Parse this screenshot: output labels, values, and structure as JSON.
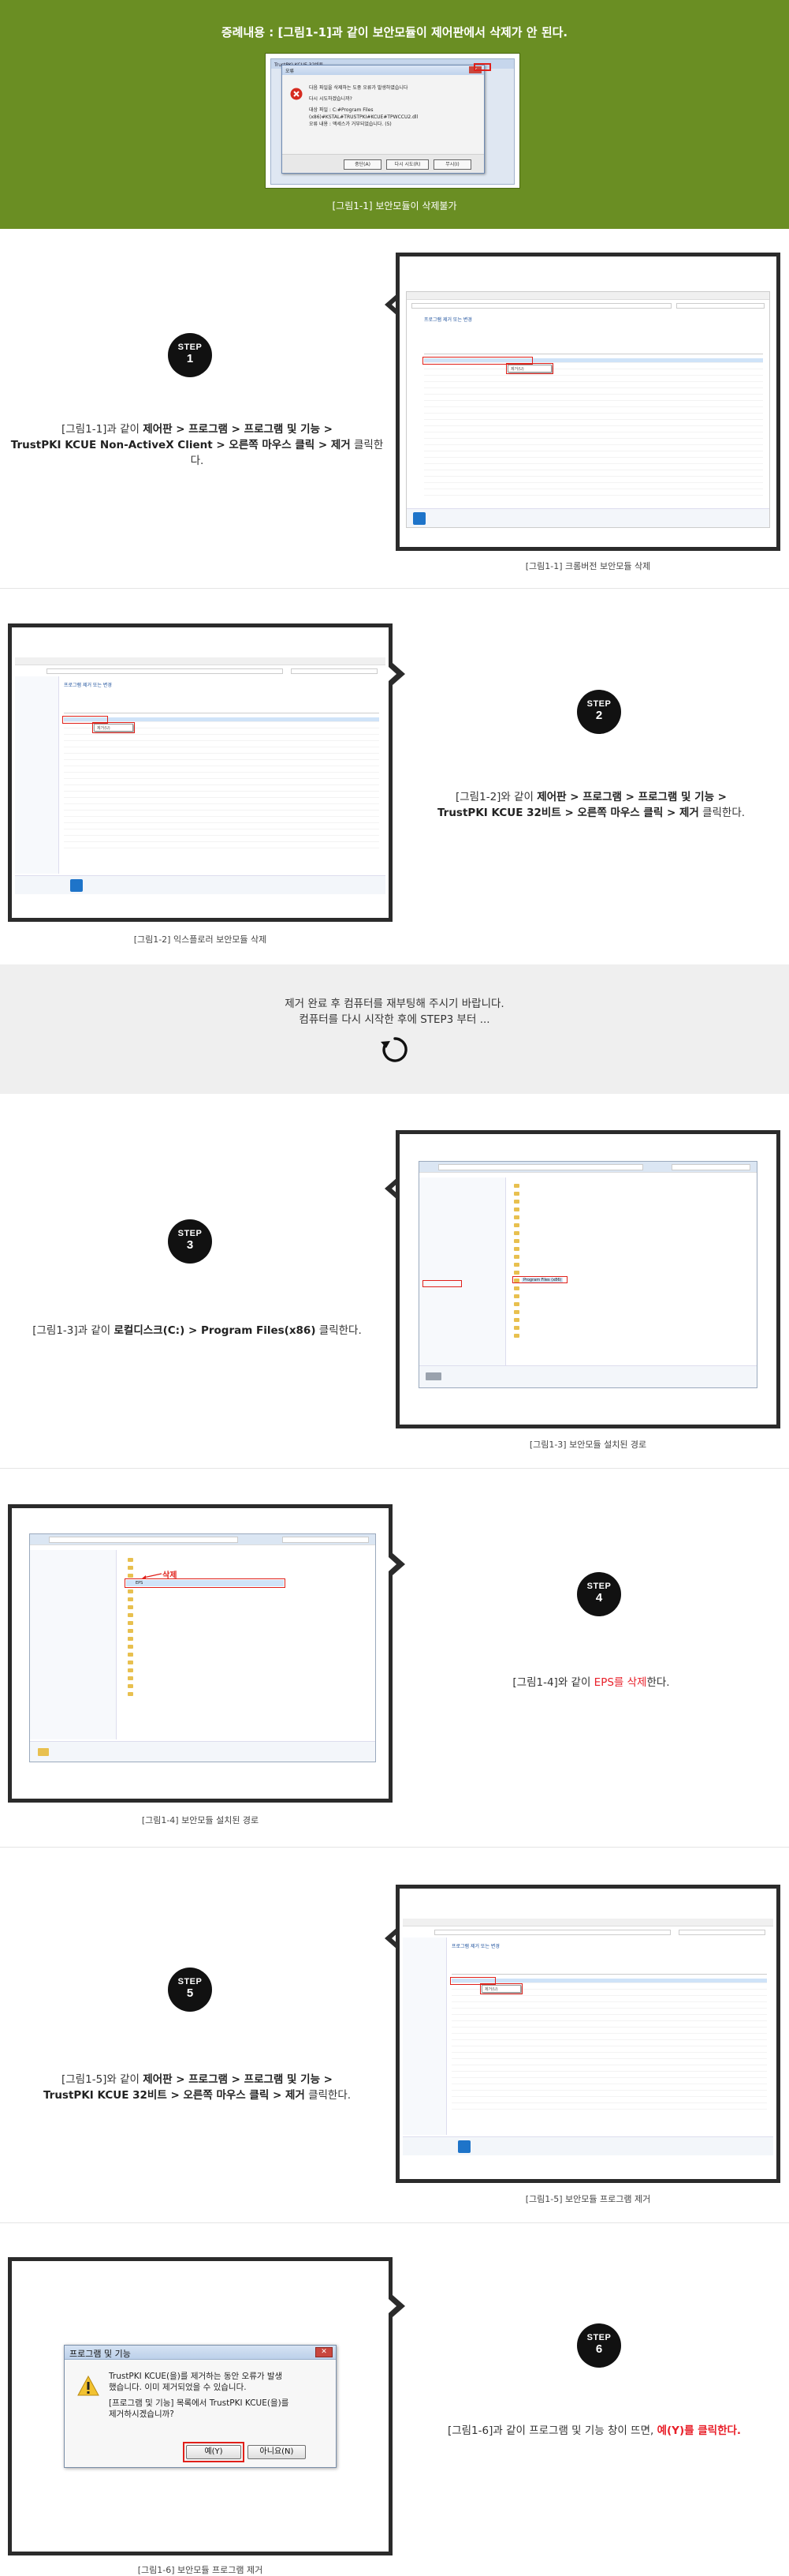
{
  "banner": {
    "title": "증례내용 : [그림1-1]과 같이 보안모듈이 제어판에서 삭제가 안 된다.",
    "caption": "[그림1-1] 보안모듈이 삭제불가",
    "dialog": {
      "app_title": "TrustPKI KCUE 32비트",
      "title": "오류",
      "line1": "다음 파일을 삭제하는 도중 오류가 발생하였습니다",
      "line2": "다시 시도하겠습니까?",
      "line3": "대상 파일 : C:#Program Files",
      "line4": "(x86)#KSTAL#TRUSTPKI#KCUE#TPWCCU2.dll",
      "line5": "오류 내용 : 액세스가 거부되었습니다. (5)",
      "btn_abort": "중단(A)",
      "btn_retry": "다시 시도(R)",
      "btn_ignore": "무시(I)"
    }
  },
  "steps": [
    {
      "word": "STEP",
      "num": "1",
      "text_pre": "[그림1-1]과 같이 ",
      "text_b1": "제어판 > 프로그램 > 프로그램 및 기능 >",
      "text_line2": "TrustPKI KCUE Non-ActiveX Client > 오른쪽 마우스 클릭 > 제거",
      "text_post": " 클릭한다.",
      "caption": "[그림1-1] 크롬버전 보안모듈 삭제",
      "context_menu": "제거(U)"
    },
    {
      "word": "STEP",
      "num": "2",
      "text_pre": "[그림1-2]와 같이 ",
      "text_b1": "제어판 > 프로그램 > 프로그램 및 기능 >",
      "text_line2": "TrustPKI KCUE 32비트 > 오른쪽 마우스 클릭 > 제거",
      "text_post": " 클릭한다.",
      "caption": "[그림1-2] 익스플로러 보안모듈 삭제",
      "context_menu": "제거(U)"
    },
    {
      "word": "STEP",
      "num": "3",
      "text_pre": "[그림1-3]과 같이 ",
      "text_b1": "로컬디스크(C:) > Program Files(x86)",
      "text_post": " 클릭한다.",
      "caption": "[그림1-3] 보안모듈 설치된 경로",
      "highlight_folder": "Program Files (x86)"
    },
    {
      "word": "STEP",
      "num": "4",
      "text_pre": "[그림1-4]와 같이 ",
      "text_red": "EPS를 삭제",
      "text_post": "한다.",
      "caption": "[그림1-4] 보안모듈 설치된 경로",
      "delete_label": "삭제",
      "highlight_folder": "EPS"
    },
    {
      "word": "STEP",
      "num": "5",
      "text_pre": "[그림1-5]와 같이 ",
      "text_b1": "제어판 > 프로그램 > 프로그램 및 기능 >",
      "text_line2": "TrustPKI KCUE 32비트 > 오른쪽 마우스 클릭 > 제거",
      "text_post": " 클릭한다.",
      "caption": "[그림1-5] 보안모듈 프로그램 제거",
      "context_menu": "제거(U)"
    },
    {
      "word": "STEP",
      "num": "6",
      "text_pre": "[그림1-6]과 같이 프로그램 및 기능 창이 뜨면, ",
      "text_red": "예(Y)를 클릭한다.",
      "caption": "[그림1-6] 보안모듈 프로그램 제거",
      "dialog": {
        "title": "프로그램 및 기능",
        "line1": "TrustPKI KCUE(을)를 제거하는 동안 오류가 발생",
        "line2": "했습니다. 이미 제거되었을 수 있습니다.",
        "line3": "[프로그램 및 기능] 목록에서 TrustPKI KCUE(을)를",
        "line4": "제거하시겠습니까?",
        "btn_yes": "예(Y)",
        "btn_no": "아니요(N)"
      }
    }
  ],
  "reboot_notice": {
    "line1": "제거 완료 후 컴퓨터를 재부팅해 주시기 바랍니다.",
    "line2": "컴퓨터를 다시 시작한 후에 STEP3 부터 ..."
  },
  "colors": {
    "banner": "#6a8e23",
    "accent_red": "#e8202a",
    "frame": "#2b2b2b",
    "notice_bg": "#efefef"
  }
}
